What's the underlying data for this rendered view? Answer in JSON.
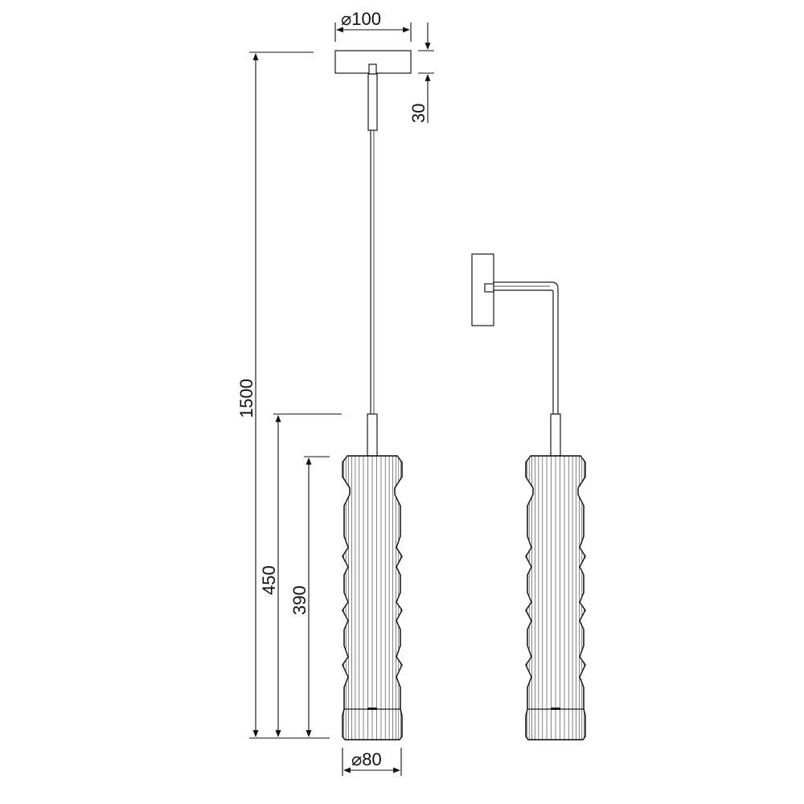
{
  "dimensions": {
    "canopy_diameter": "⌀100",
    "canopy_height": "30",
    "overall_height": "1500",
    "lamp_height_with_tube": "450",
    "shade_height": "390",
    "shade_diameter": "⌀80"
  },
  "colors": {
    "line": "#1a1a1a",
    "background": "#ffffff"
  },
  "views": [
    "pendant-view",
    "wall-view"
  ]
}
